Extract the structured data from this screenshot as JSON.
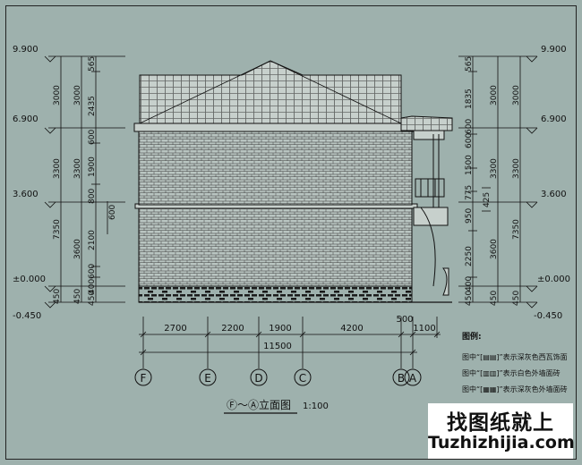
{
  "drawing": {
    "title": "Ⓕ～Ⓐ立面图",
    "scale": "1:100",
    "legend_title": "图例:",
    "legend_items": [
      {
        "text": "图中“[▤▤]”表示深灰色西瓦饰面"
      },
      {
        "text": "图中“[▥▥]”表示白色外墙面砖"
      },
      {
        "text": "图中“[▦▦]”表示深灰色外墙面砖"
      }
    ],
    "left_elevations": [
      "9.900",
      "6.900",
      "3.600",
      "±0.000",
      "-0.450"
    ],
    "right_elevations": [
      "9.900",
      "6.900",
      "3.600",
      "±0.000",
      "-0.450"
    ],
    "left_dims_outer": [
      "3000",
      "3300",
      "7350",
      "450"
    ],
    "left_dims_inner": [
      "3000",
      "3300",
      "3600",
      "450"
    ],
    "left_dims_detail": [
      "565",
      "2435",
      "600",
      "1900",
      "800",
      "2100",
      "600",
      "400",
      "450"
    ],
    "left_dim_extra": "600",
    "right_dims_detail": [
      "565",
      "1835",
      "600",
      "600",
      "1500",
      "775",
      "425",
      "950",
      "2250",
      "400",
      "450"
    ],
    "right_dims_inner": [
      "3000",
      "3300",
      "3600",
      "450"
    ],
    "right_dims_outer": [
      "3000",
      "3300",
      "7350",
      "450"
    ],
    "bottom_dims": [
      "2700",
      "2200",
      "1900",
      "4200",
      "500",
      "1100"
    ],
    "bottom_total": "11500",
    "axis_labels": [
      "F",
      "E",
      "D",
      "C",
      "B",
      "A"
    ]
  },
  "watermark": {
    "chinese": "找图纸就上",
    "url": "Tuzhizhijia.com"
  }
}
